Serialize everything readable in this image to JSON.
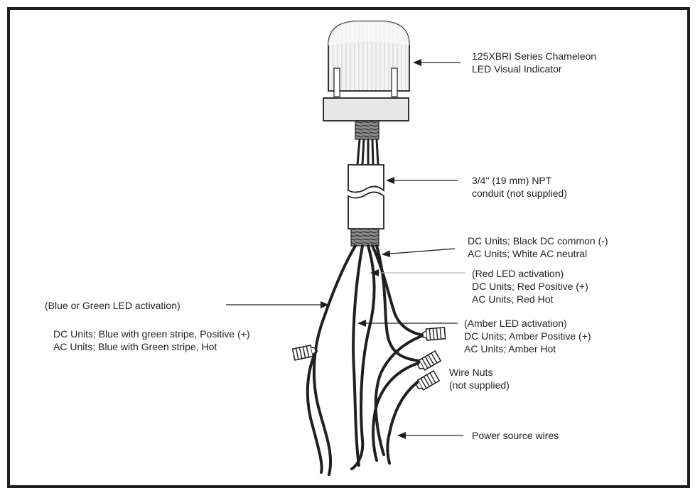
{
  "indicator": {
    "line1": "125XBRI Series Chameleon",
    "line2": "LED Visual Indicator"
  },
  "conduit": {
    "line1": "3/4\" (19 mm) NPT",
    "line2": "conduit (not supplied)"
  },
  "common_wire": {
    "line1": "DC Units; Black DC common (-)",
    "line2": "AC Units; White AC neutral"
  },
  "red_wire": {
    "line1": "(Red LED activation)",
    "line2": "DC Units; Red Positive (+)",
    "line3": "AC Units; Red Hot"
  },
  "blue_wire": {
    "activation": "(Blue or Green LED activation)",
    "dc": "DC Units; Blue with green stripe, Positive (+)",
    "ac": "AC Units; Blue with Green stripe, Hot"
  },
  "amber_wire": {
    "line1": "(Amber LED activation)",
    "line2": "DC Units; Amber Positive  (+)",
    "line3": "AC Units; Amber Hot"
  },
  "wire_nuts": {
    "line1": "Wire Nuts",
    "line2": "(not supplied)"
  },
  "power_source": {
    "label": "Power source wires"
  },
  "colors": {
    "ink": "#231f20",
    "dome_fill": "#f1f1f2",
    "base_fill": "#e6e7e8"
  }
}
